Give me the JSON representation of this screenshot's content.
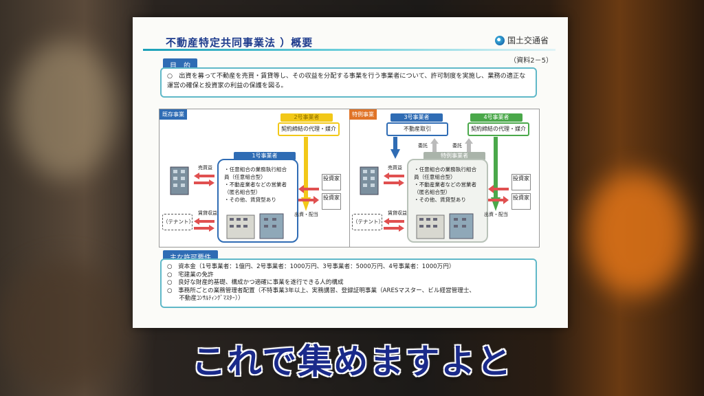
{
  "slide": {
    "title": "不動産特定共同事業法 ）概要",
    "ministry": "国土交通省",
    "doc_ref": "（資料2－5）",
    "purpose": {
      "label": "目　的",
      "text": "○　出資を募って不動産を売買・賃貸等し、その収益を分配する事業を行う事業者について、許可制度を実施し、業務の適正な運営の確保と投資家の利益の保護を図る。"
    },
    "existing": {
      "tag": "既存事業",
      "box2_head": "2号事業者",
      "box2_text": "契約締結の代理・媒介",
      "box1_head": "1号事業者",
      "items": [
        "任意組合の業務執行組合員（任意組合型）",
        "不動産業者などの営業者（匿名組合型）",
        "その他、賃貸型あり"
      ],
      "sale_profit": "売買益",
      "rent_income": "賃貸収益",
      "tenant": "（テナント）",
      "investor": "投資家",
      "invest_dist": "出資・配当"
    },
    "special": {
      "tag": "特例事業",
      "box3_head": "3号事業者",
      "box3_text": "不動産取引",
      "box4_head": "4号事業者",
      "box4_text": "契約締結の代理・媒介",
      "entrust": "委託",
      "head": "特例事業者",
      "items": [
        "任意組合の業務執行組合員（任意組合型）",
        "不動産業者などの営業者（匿名組合型）",
        "その他、賃貸型あり"
      ],
      "sale_profit": "売買益",
      "rent_income": "賃貸収益",
      "tenant": "（テナント）",
      "investor": "投資家",
      "invest_dist": "出資・配当"
    },
    "requirements": {
      "label": "主な許可要件",
      "items": [
        "○　資本金（1号事業者：1億円、2号事業者：1000万円、3号事業者：5000万円、4号事業者：1000万円）",
        "○　宅建業の免許",
        "○　良好な財産的基礎、構成かつ適確に事業を遂行できる人的構成",
        "○　事務所ごとの業務管理者配置（不特事業3年以上、実務講習、登録証明事業（ARESマスター、ビル経営管理士、",
        "　　不動産ｺﾝｻﾙﾃｨﾝｸﾞﾏｽﾀｰ））"
      ]
    }
  },
  "caption": "これで集めますよと",
  "colors": {
    "accent": "#2f6cb4",
    "teal": "#5fb8c8",
    "yellow": "#f2c818",
    "green": "#4aa84a",
    "red_arrow": "#e05050",
    "caption": "#1a2a8a"
  }
}
